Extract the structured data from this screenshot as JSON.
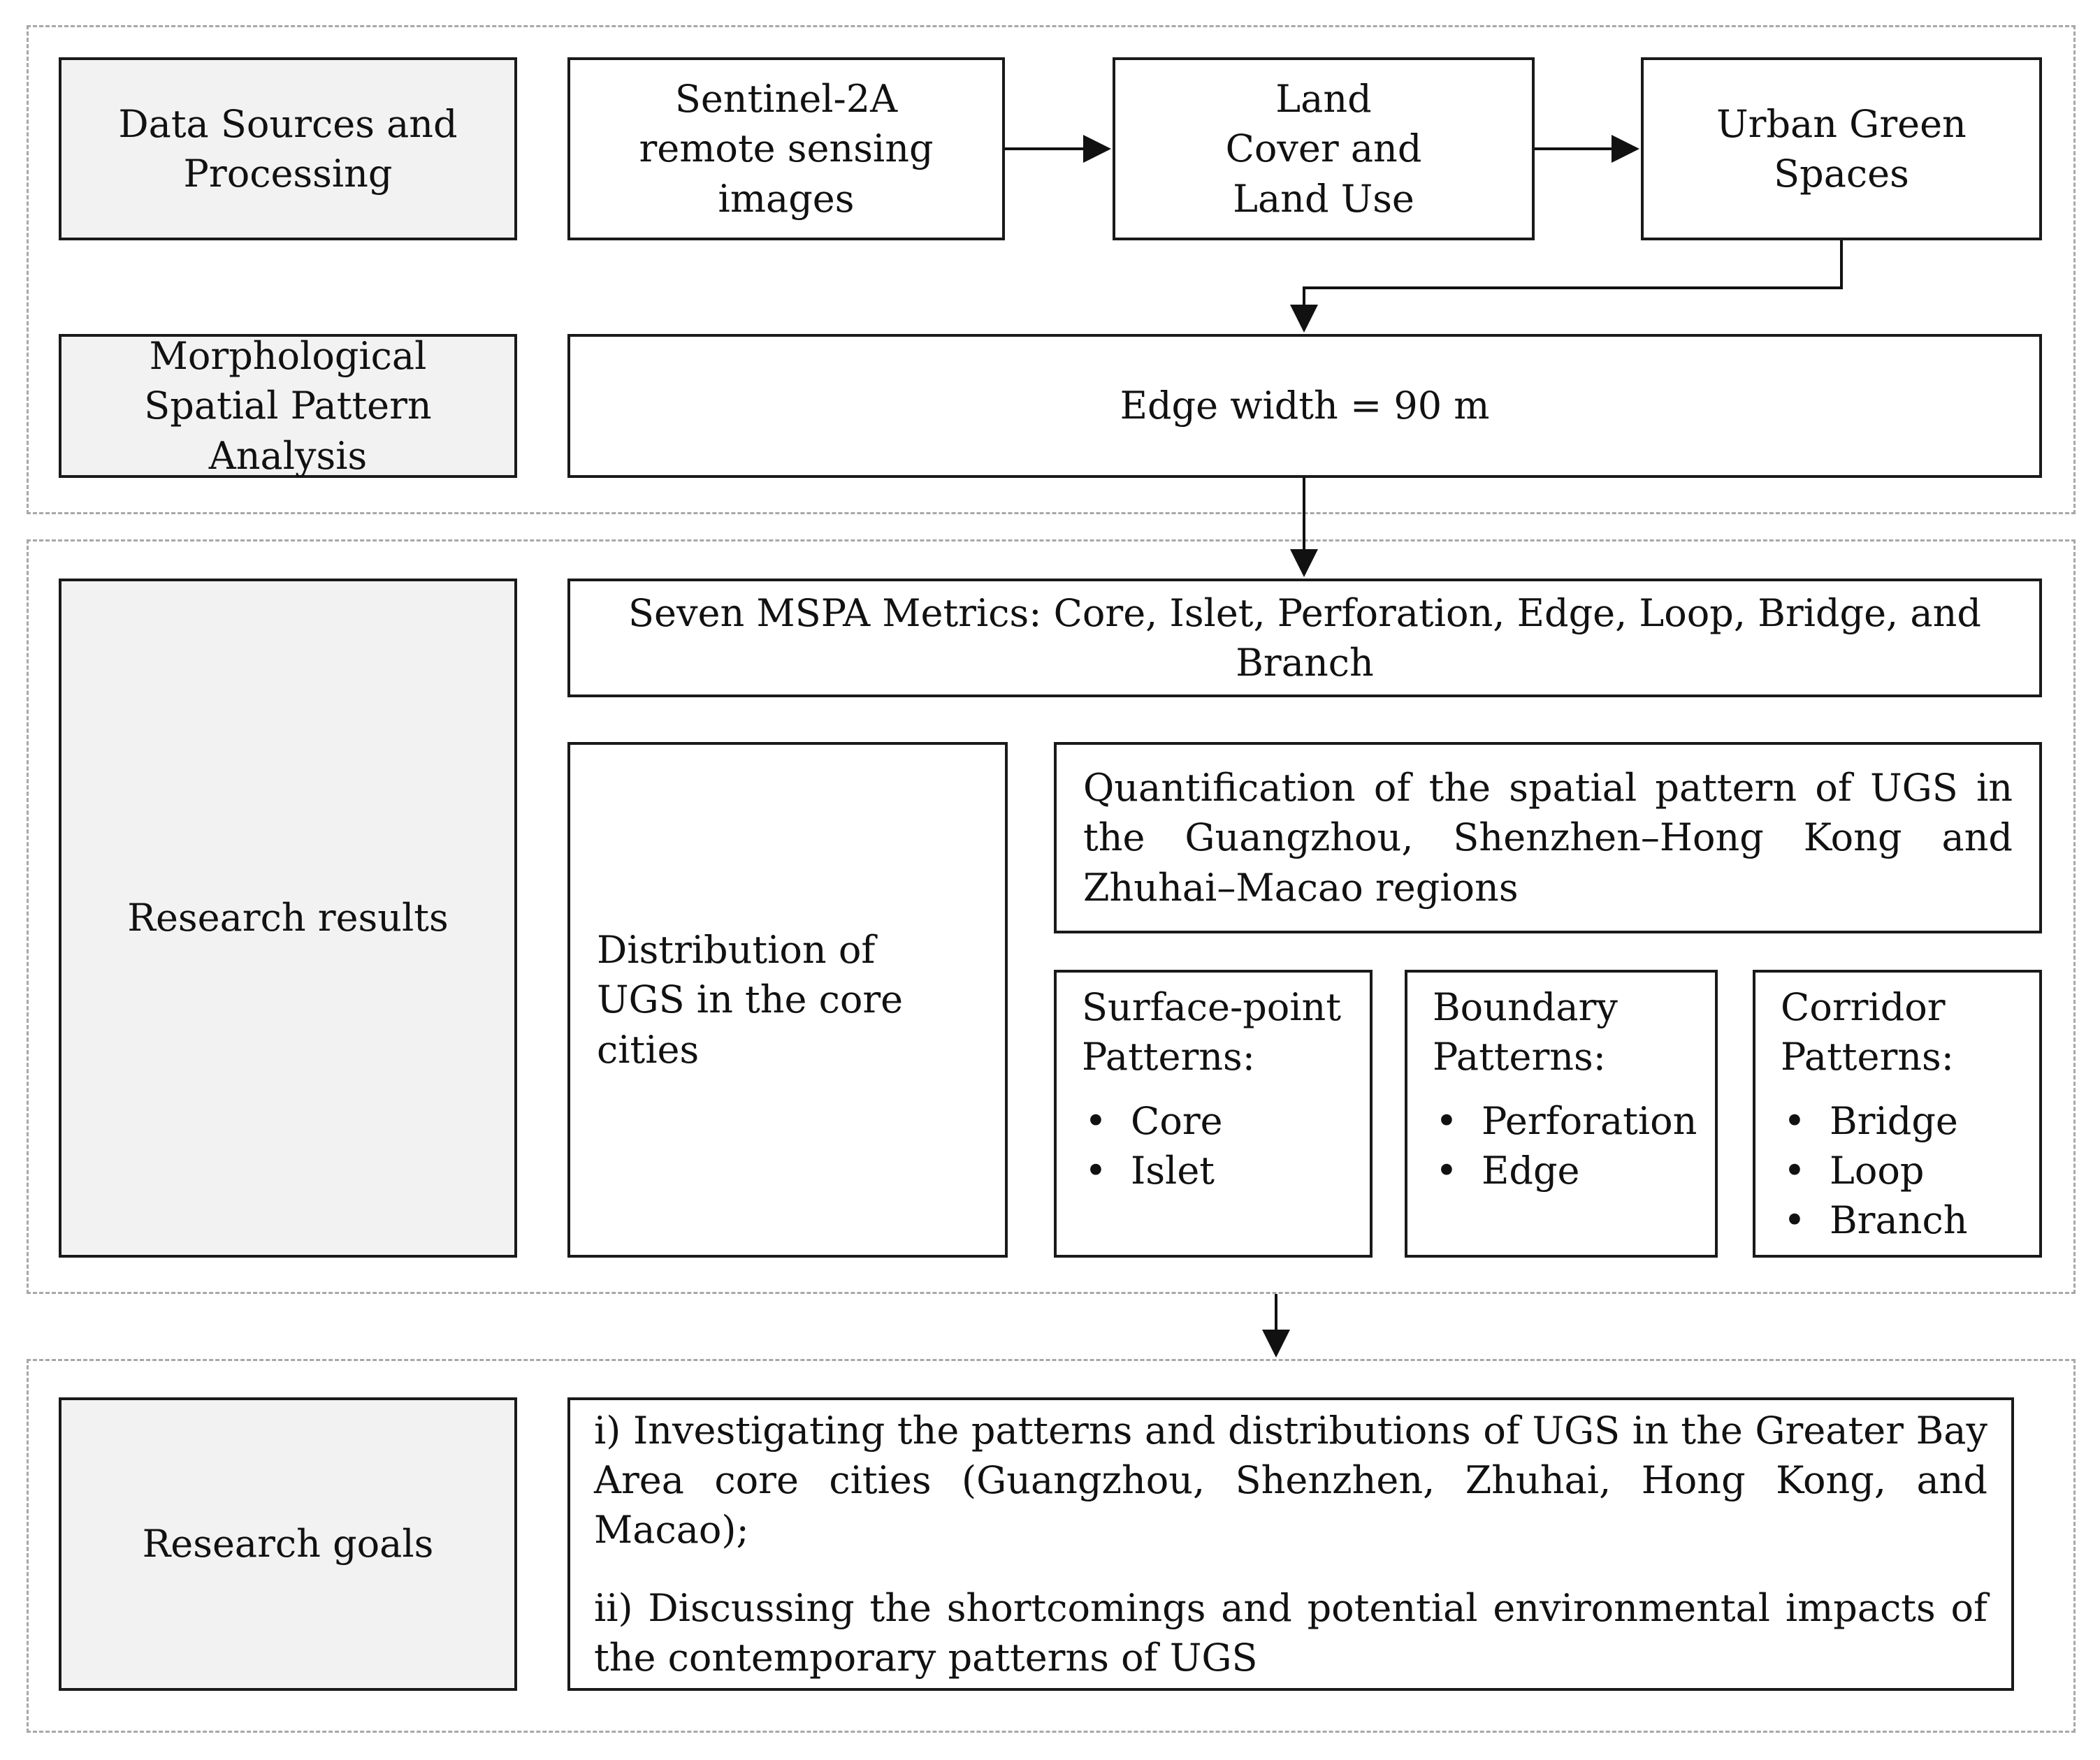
{
  "sections": {
    "data_sources": {
      "label": "Data Sources and Processing",
      "sentinel": "Sentinel-2A remote sensing images",
      "land_cover": "Land Cover and Land Use",
      "ugs": "Urban Green Spaces"
    },
    "mspa": {
      "label": "Morphological Spatial Pattern Analysis",
      "edge_width": "Edge width = 90 m"
    },
    "results": {
      "label": "Research results",
      "metrics": "Seven MSPA Metrics: Core, Islet, Perforation, Edge, Loop, Bridge, and Branch",
      "distribution": "Distribution of UGS in the core cities",
      "quantification": "Quantification of the spatial pattern of UGS in the Guangzhou, Shenzhen–Hong Kong and Zhuhai–Macao regions",
      "surface_point": {
        "title": "Surface-point Patterns:",
        "items": [
          "Core",
          "Islet"
        ]
      },
      "boundary": {
        "title": "Boundary Patterns:",
        "items": [
          "Perforation",
          "Edge"
        ]
      },
      "corridor": {
        "title": "Corridor Patterns:",
        "items": [
          "Bridge",
          "Loop",
          "Branch"
        ]
      }
    },
    "goals": {
      "label": "Research goals",
      "goal_1": "i) Investigating the patterns and distributions of UGS in the Greater Bay Area core cities (Guangzhou, Shenzhen, Zhuhai, Hong Kong, and Macao);",
      "goal_2": "ii) Discussing the shortcomings and potential environmental impacts of the contemporary patterns of UGS"
    }
  },
  "colors": {
    "label_fill": "#f2f2f2",
    "border": "#1a1a1a",
    "dashed": "#a8a8a8"
  }
}
